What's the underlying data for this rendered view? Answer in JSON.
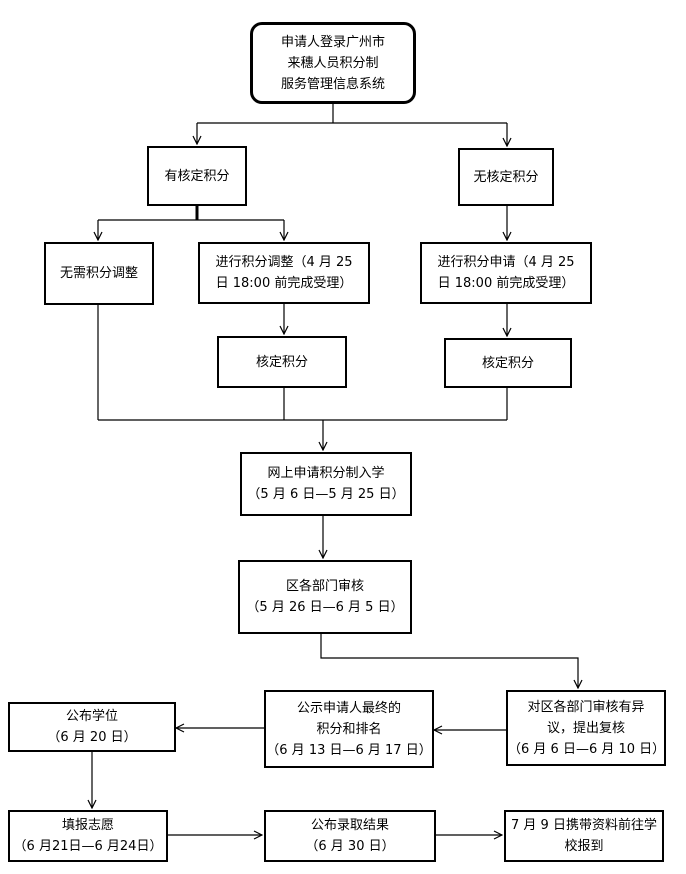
{
  "nodes": {
    "login": "申请人登录广州市\n来穗人员积分制\n服务管理信息系统",
    "has_score": "有核定积分",
    "no_score": "无核定积分",
    "no_adjust": "无需积分调整",
    "adjust": "进行积分调整（4 月 25\n日 18:00 前完成受理）",
    "apply_score": "进行积分申请（4 月 25\n日 18:00 前完成受理）",
    "approve_left": "核定积分",
    "approve_right": "核定积分",
    "online_apply": "网上申请积分制入学\n（5 月 6 日—5 月 25 日）",
    "district_review": "区各部门审核\n（5 月 26 日—6 月 5 日）",
    "objection": "对区各部门审核有异\n议，提出复核\n（6 月 6 日—6 月 10 日）",
    "publicize": "公示申请人最终的\n积分和排名\n（6 月 13 日—6 月 17 日）",
    "publish_seats": "公布学位\n（6 月 20 日）",
    "fill_choice": "填报志愿\n（6 月21日—6 月24日）",
    "publish_result": "公布录取结果\n（6 月 30 日）",
    "report": "7 月 9 日携带资料前往学\n校报到"
  }
}
